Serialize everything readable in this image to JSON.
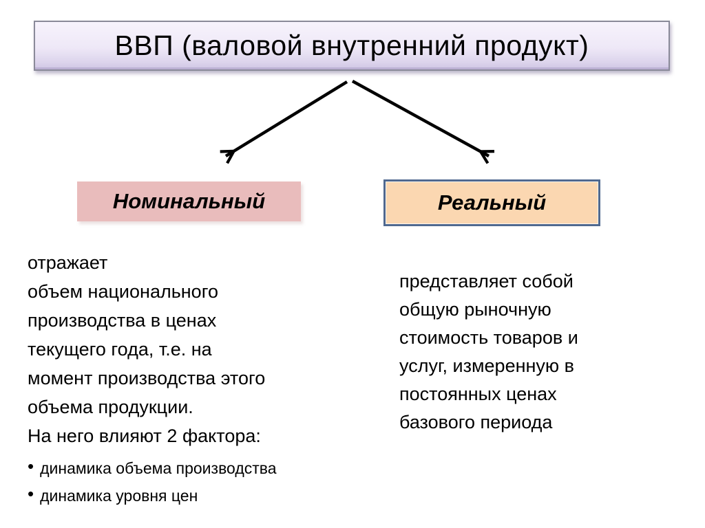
{
  "title": {
    "text": "ВВП (валовой внутренний продукт)"
  },
  "bullet_char": "•",
  "colors": {
    "title_fill_top": "#f7f3fc",
    "title_fill_bottom": "#cfc5e3",
    "title_border": "#8a8a99",
    "nominal_fill": "#e9bcbc",
    "real_fill": "#fbd7b1",
    "real_border": "#50698f",
    "arrow": "#000000",
    "text": "#000000",
    "background": "#ffffff"
  },
  "branches": {
    "nominal": {
      "label": "Номинальный",
      "description_lines": [
        "отражает",
        "объем национального",
        "производства в ценах",
        "текущего года, т.е. на",
        "момент производства этого",
        "объема продукции.",
        "На него влияют 2 фактора:"
      ],
      "factors": [
        "динамика объема производства",
        "динамика уровня цен"
      ]
    },
    "real": {
      "label": "Реальный",
      "description_lines": [
        "представляет собой",
        "общую рыночную",
        "стоимость товаров и",
        "услуг, измеренную в",
        "постоянных ценах",
        "базового периода"
      ]
    }
  }
}
